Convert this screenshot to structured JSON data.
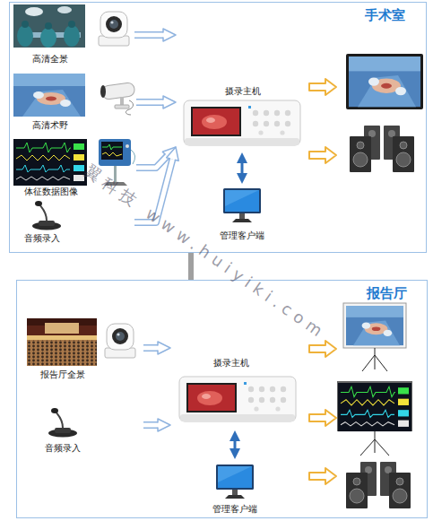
{
  "diagram": {
    "nodes": [
      {
        "text": [
          "手术室"
        ]
      },
      {
        "text": [
          "高清全景"
        ],
        "in": 0
      },
      {
        "text": [
          "高清术野"
        ],
        "in": 0
      },
      {
        "text": [
          "体征数据图像"
        ],
        "in": 0
      },
      {
        "text": [
          "音频录入"
        ],
        "in": 0
      },
      {
        "text": [
          "摄录主机"
        ],
        "in": 0
      },
      {
        "text": [
          "管理客户端"
        ],
        "in": 0
      },
      {
        "text": [
          "报告厅"
        ]
      },
      {
        "text": [
          "报告厅全景"
        ],
        "in": 7
      },
      {
        "text": [
          "音频录入"
        ],
        "in": 7
      },
      {
        "text": [
          "摄录主机"
        ],
        "in": 7
      },
      {
        "text": [
          "管理客户端"
        ],
        "in": 7
      }
    ],
    "edges": [
      {
        "from": 1,
        "to": 5,
        "arrow": "to"
      },
      {
        "from": 2,
        "to": 5,
        "arrow": "to"
      },
      {
        "from": 3,
        "to": 5,
        "arrow": "to"
      },
      {
        "from": 4,
        "to": 5,
        "arrow": "to"
      },
      {
        "from": 5,
        "to": 6,
        "arrow": "both"
      },
      {
        "from": 8,
        "to": 10,
        "arrow": "to"
      },
      {
        "from": 9,
        "to": 10,
        "arrow": "to"
      },
      {
        "from": 10,
        "to": 11,
        "arrow": "both"
      }
    ],
    "labels": [
      "翼科技 www.huiyiki.com"
    ]
  }
}
